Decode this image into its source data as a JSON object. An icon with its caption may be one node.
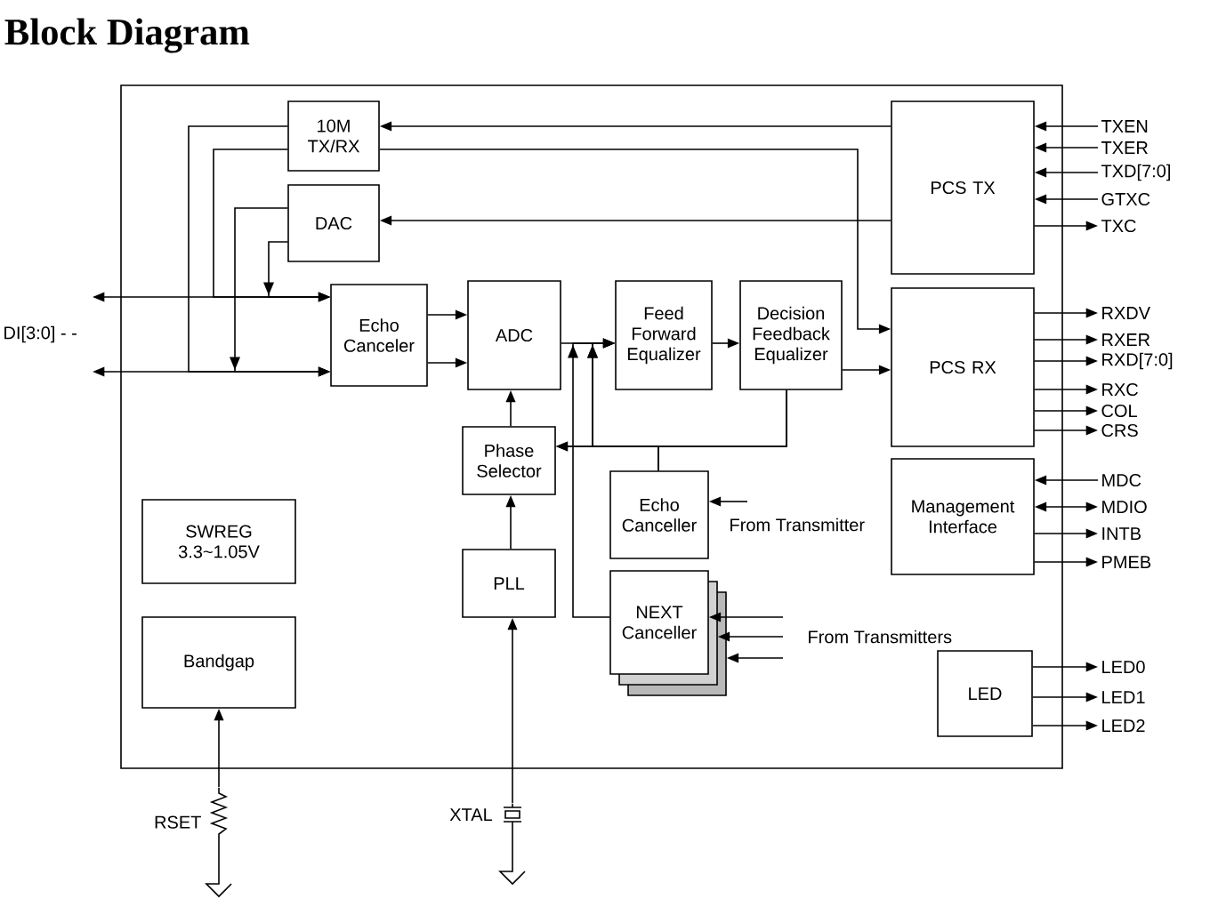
{
  "diagram": {
    "title": "Block Diagram",
    "nodes": [
      {
        "text": [],
        "shape": "box"
      },
      {
        "text": [
          "10M TX/RX"
        ],
        "in": 0
      },
      {
        "text": [
          "DAC"
        ],
        "in": 0
      },
      {
        "text": [
          "Echo Canceler"
        ],
        "in": 0
      },
      {
        "text": [
          "ADC"
        ],
        "in": 0
      },
      {
        "text": [
          "Feed Forward Equalizer"
        ],
        "in": 0
      },
      {
        "text": [
          "Decision Feedback Equalizer"
        ],
        "in": 0
      },
      {
        "text": [
          "PCS TX"
        ],
        "in": 0
      },
      {
        "text": [
          "PCS RX"
        ],
        "in": 0
      },
      {
        "text": [
          "Phase Selector"
        ],
        "in": 0
      },
      {
        "text": [
          "Echo Canceller"
        ],
        "in": 0
      },
      {
        "text": [
          "Management Interface"
        ],
        "in": 0
      },
      {
        "text": [
          "SWREG 3.3~1.05V"
        ],
        "in": 0
      },
      {
        "text": [
          "PLL"
        ],
        "in": 0
      },
      {
        "text": [
          "NEXT Canceller"
        ],
        "in": 0
      },
      {
        "text": [
          "Bandgap"
        ],
        "in": 0
      },
      {
        "text": [
          "LED"
        ],
        "in": 0
      },
      {
        "text": [
          "XTAL"
        ]
      },
      {
        "text": [
          "RSET"
        ]
      },
      {
        "text": [
          "TXEN"
        ]
      },
      {
        "text": [
          "TXER"
        ]
      },
      {
        "text": [
          "TXD[7:0]"
        ]
      },
      {
        "text": [
          "GTXC"
        ]
      },
      {
        "text": [
          "TXC"
        ]
      },
      {
        "text": [
          "RXDV"
        ]
      },
      {
        "text": [
          "RXER"
        ]
      },
      {
        "text": [
          "RXD[7:0]"
        ]
      },
      {
        "text": [
          "RXC"
        ]
      },
      {
        "text": [
          "COL"
        ]
      },
      {
        "text": [
          "CRS"
        ]
      },
      {
        "text": [
          "MDC"
        ]
      },
      {
        "text": [
          "MDIO"
        ]
      },
      {
        "text": [
          "INTB"
        ]
      },
      {
        "text": [
          "PMEB"
        ]
      },
      {
        "text": [
          "LED0"
        ]
      },
      {
        "text": [
          "LED1"
        ]
      },
      {
        "text": [
          "LED2"
        ]
      }
    ],
    "edges": [
      {
        "from": 7,
        "to": 1,
        "arrow": "to"
      },
      {
        "from": 1,
        "to": 8,
        "arrow": "to"
      },
      {
        "from": 7,
        "to": 2,
        "arrow": "to"
      },
      {
        "from": 1,
        "to": 3,
        "arrow": "to"
      },
      {
        "from": 1,
        "to": 3,
        "arrow": "to"
      },
      {
        "from": 2,
        "to": 3,
        "arrow": "to"
      },
      {
        "from": 2,
        "to": 3,
        "arrow": "to"
      },
      {
        "from": 3,
        "to": 4,
        "arrow": "to"
      },
      {
        "from": 3,
        "to": 4,
        "arrow": "to"
      },
      {
        "from": 4,
        "to": 5,
        "arrow": "to"
      },
      {
        "from": 5,
        "to": 6,
        "arrow": "to"
      },
      {
        "from": 6,
        "to": 8,
        "arrow": "to"
      },
      {
        "from": 6,
        "to": 9,
        "arrow": "to"
      },
      {
        "from": 10,
        "to": 9,
        "arrow": "to"
      },
      {
        "from": 6,
        "to": 5,
        "arrow": "to"
      },
      {
        "from": 10,
        "to": 5,
        "arrow": "to"
      },
      {
        "from": 14,
        "to": 5,
        "arrow": "to"
      },
      {
        "from": 9,
        "to": 4,
        "arrow": "to"
      },
      {
        "from": 13,
        "to": 9,
        "arrow": "to"
      },
      {
        "from": 17,
        "to": 13,
        "arrow": "to"
      },
      {
        "from": 18,
        "to": 15,
        "arrow": "to"
      },
      {
        "from": null,
        "to": 10,
        "arrow": "to"
      },
      {
        "from": null,
        "to": 14,
        "arrow": "to"
      },
      {
        "from": null,
        "to": 14,
        "arrow": "to"
      },
      {
        "from": null,
        "to": 14,
        "arrow": "to"
      },
      {
        "from": 3,
        "to": null,
        "arrow": "both"
      },
      {
        "from": 3,
        "to": null,
        "arrow": "both"
      },
      {
        "from": 19,
        "to": 7,
        "arrow": "to"
      },
      {
        "from": 20,
        "to": 7,
        "arrow": "to"
      },
      {
        "from": 21,
        "to": 7,
        "arrow": "to"
      },
      {
        "from": 22,
        "to": 7,
        "arrow": "to"
      },
      {
        "from": 7,
        "to": 23,
        "arrow": "to"
      },
      {
        "from": 8,
        "to": 24,
        "arrow": "to"
      },
      {
        "from": 8,
        "to": 25,
        "arrow": "to"
      },
      {
        "from": 8,
        "to": 26,
        "arrow": "to"
      },
      {
        "from": 8,
        "to": 27,
        "arrow": "to"
      },
      {
        "from": 8,
        "to": 28,
        "arrow": "to"
      },
      {
        "from": 8,
        "to": 29,
        "arrow": "to"
      },
      {
        "from": 30,
        "to": 11,
        "arrow": "to"
      },
      {
        "from": 11,
        "to": 31,
        "arrow": "both"
      },
      {
        "from": 11,
        "to": 32,
        "arrow": "to"
      },
      {
        "from": 11,
        "to": 33,
        "arrow": "to"
      },
      {
        "from": 16,
        "to": 34,
        "arrow": "to"
      },
      {
        "from": 16,
        "to": 35,
        "arrow": "to"
      },
      {
        "from": 16,
        "to": 36,
        "arrow": "to"
      }
    ],
    "labels": [
      "DI[3:0] - -",
      "From Transmitter",
      "From Transmitters"
    ]
  }
}
